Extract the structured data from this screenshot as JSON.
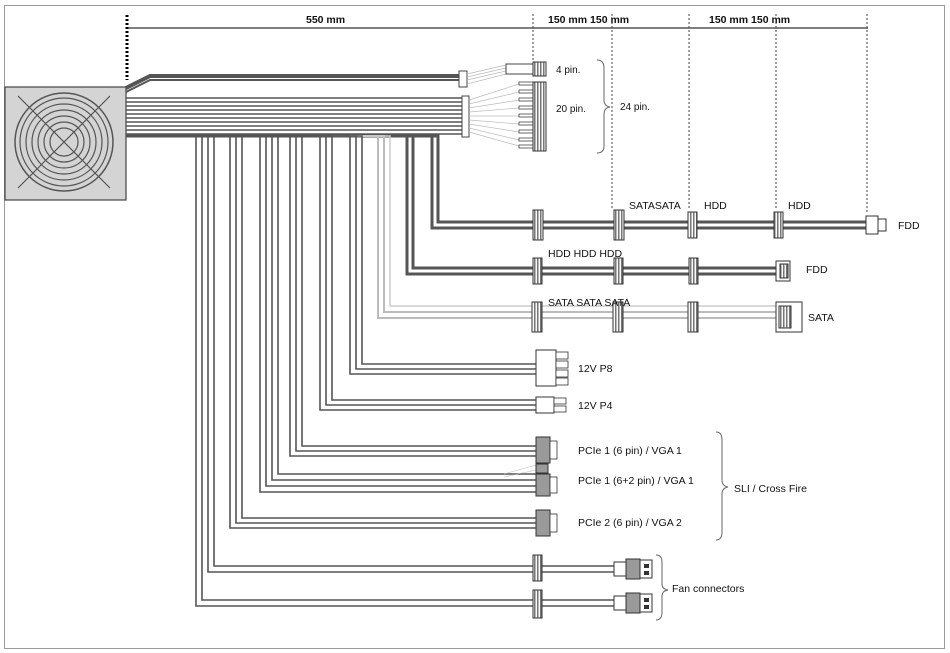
{
  "dimensions": {
    "d1": "550 mm",
    "d2": "150 mm 150 mm",
    "d3": "150 mm 150 mm"
  },
  "main_connectors": {
    "p4": "4 pin.",
    "p20": "20 pin.",
    "p24": "24 pin."
  },
  "row1": {
    "labels": [
      "SATASATA",
      "HDD",
      "HDD"
    ],
    "end": "FDD"
  },
  "row2": {
    "labels": [
      "HDD HDD HDD"
    ],
    "end": "FDD"
  },
  "row3": {
    "labels": [
      "SATA SATA SATA"
    ],
    "end": "SATA"
  },
  "p8": "12V P8",
  "p4cpu": "12V P4",
  "pcie1": "PCIe 1 (6 pin) / VGA 1",
  "pcie1b": "PCIe 1 (6+2 pin) / VGA 1",
  "pcie2": "PCIe 2 (6 pin) / VGA 2",
  "sli": "SLI / Cross Fire",
  "fan": "Fan connectors",
  "colors": {
    "cable": "#555555",
    "cable_light": "#bbbbbb",
    "psu_fill": "#d4d4d4",
    "connector_fill": "#9a9a9a"
  }
}
